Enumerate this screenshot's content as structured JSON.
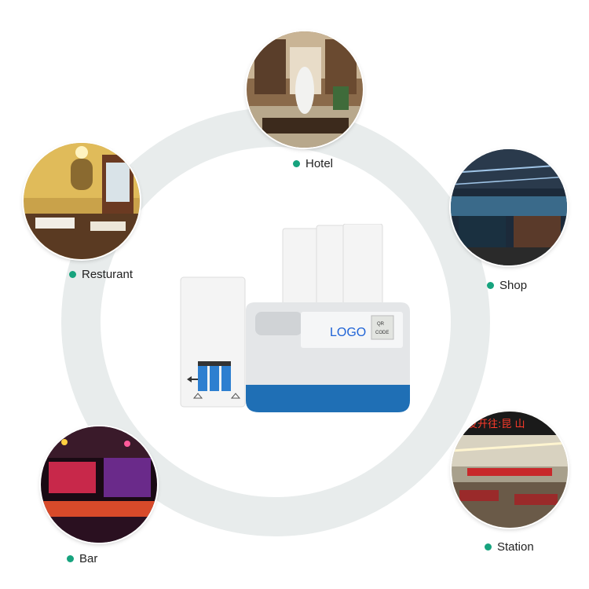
{
  "device": {
    "logo": "LOGO",
    "qr_label": "QR",
    "code_label": "CODE"
  },
  "locations": [
    {
      "label": "Hotel"
    },
    {
      "label": "Resturant"
    },
    {
      "label": "Shop"
    },
    {
      "label": "Bar"
    },
    {
      "label": "Station"
    }
  ],
  "station_sign": "发开往:昆  山",
  "colors": {
    "accent": "#17a37e",
    "ring": "#e8ecec",
    "device_blue": "#1f6fb5",
    "logo_blue": "#1f63d6"
  }
}
